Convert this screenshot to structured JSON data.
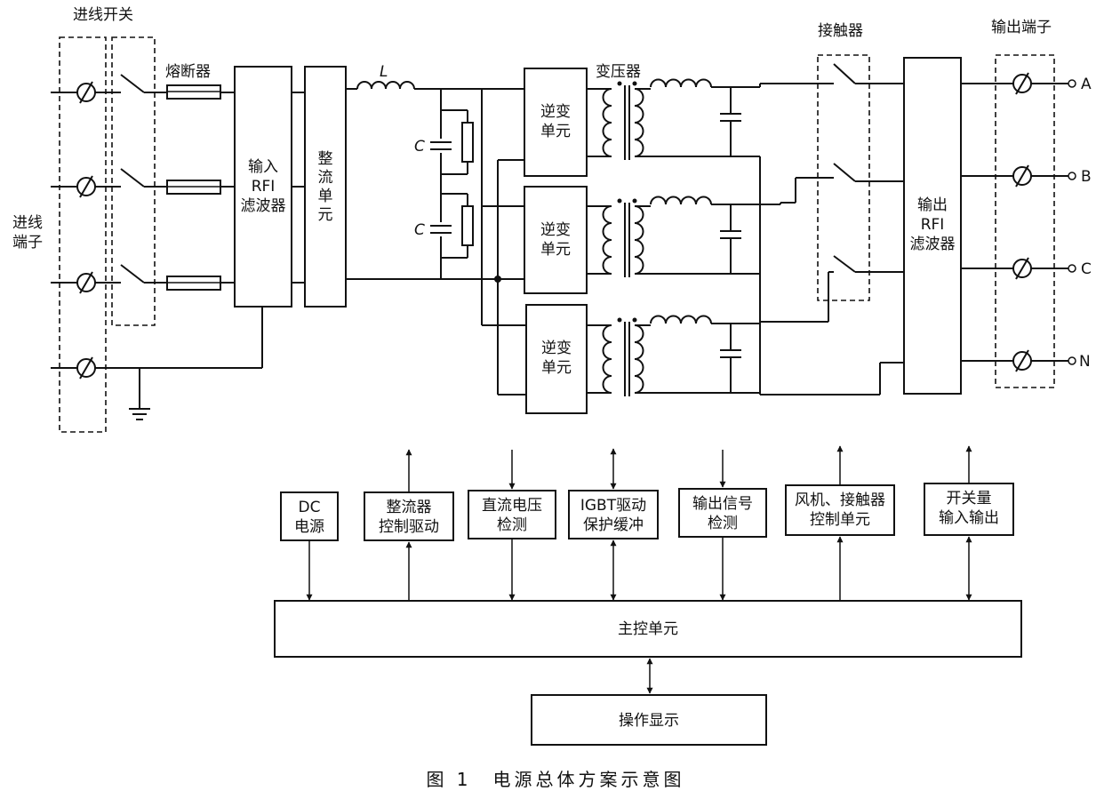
{
  "labels": {
    "incoming_switch": "进线开关",
    "incoming_terminal_1": "进线",
    "incoming_terminal_2": "端子",
    "fuse": "熔断器",
    "inductor": "L",
    "capacitor_1": "C",
    "capacitor_2": "C",
    "transformer": "变压器",
    "contactor": "接触器",
    "output_terminal": "输出端子",
    "phase_a": "A",
    "phase_b": "B",
    "phase_c": "C",
    "phase_n": "N"
  },
  "blocks": {
    "input_filter": [
      "输入",
      "RFI",
      "滤波器"
    ],
    "rectifier": [
      "整",
      "流",
      "单",
      "元"
    ],
    "inverter_1": [
      "逆变",
      "单元"
    ],
    "inverter_2": [
      "逆变",
      "单元"
    ],
    "inverter_3": [
      "逆变",
      "单元"
    ],
    "output_filter": [
      "输出",
      "RFI",
      "滤波器"
    ],
    "dc_power": [
      "DC",
      "电源"
    ],
    "rectifier_drive": [
      "整流器",
      "控制驱动"
    ],
    "dc_voltage_detect": [
      "直流电压",
      "检测"
    ],
    "igbt_drive": [
      "IGBT驱动",
      "保护缓冲"
    ],
    "output_signal_detect": [
      "输出信号",
      "检测"
    ],
    "fan_contactor_ctrl": [
      "风机、接触器",
      "控制单元"
    ],
    "switch_io": [
      "开关量",
      "输入输出"
    ],
    "main_control": "主控单元",
    "operation_display": "操作显示"
  },
  "caption": "图 1　电源总体方案示意图"
}
